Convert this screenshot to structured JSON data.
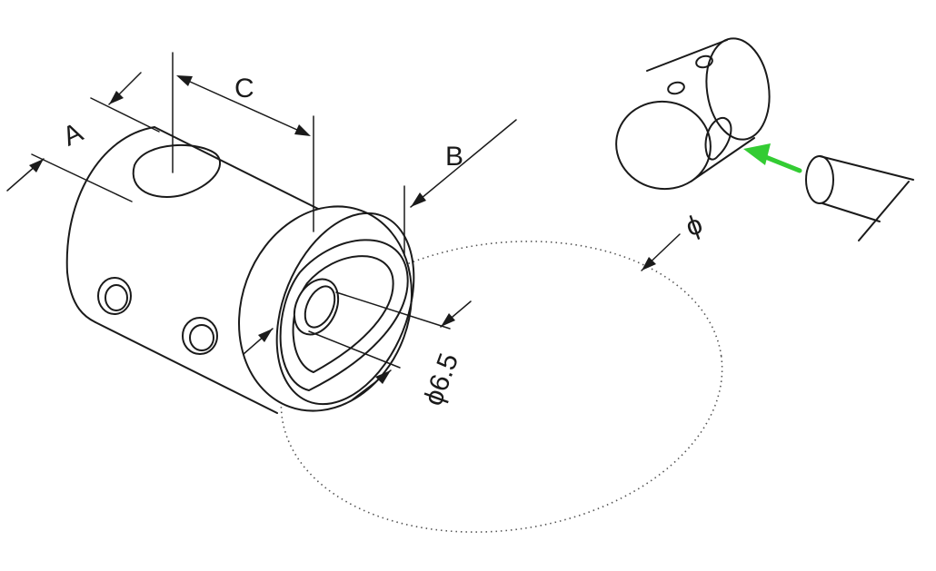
{
  "labels": {
    "dim_a": "A",
    "dim_b": "B",
    "dim_c": "C",
    "dim_phi": "ϕ",
    "dim_hole": "ϕ6.5"
  },
  "colors": {
    "line": "#1a1a1a",
    "insert_arrow": "#33cc33",
    "dotted_outline": "#555555"
  }
}
